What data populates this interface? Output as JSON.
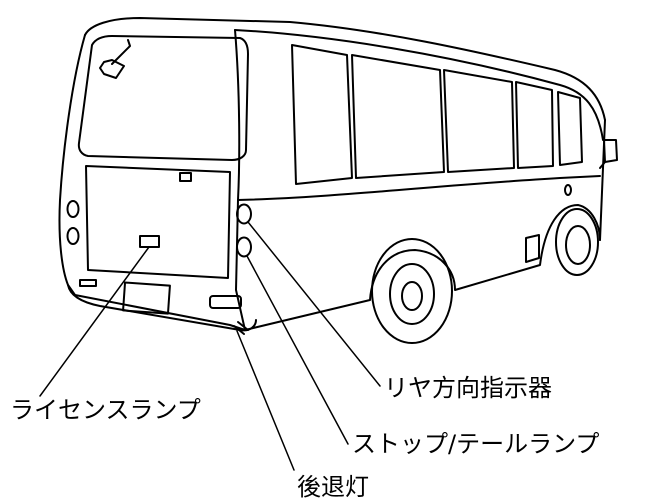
{
  "diagram": {
    "colors": {
      "line": "#000000",
      "background": "#ffffff"
    },
    "callouts": {
      "license_lamp": "ライセンスランプ",
      "rear_turn_signal": "リヤ方向指示器",
      "stop_tail_lamp": "ストップ/テールランプ",
      "reverse_lamp": "後退灯"
    }
  }
}
